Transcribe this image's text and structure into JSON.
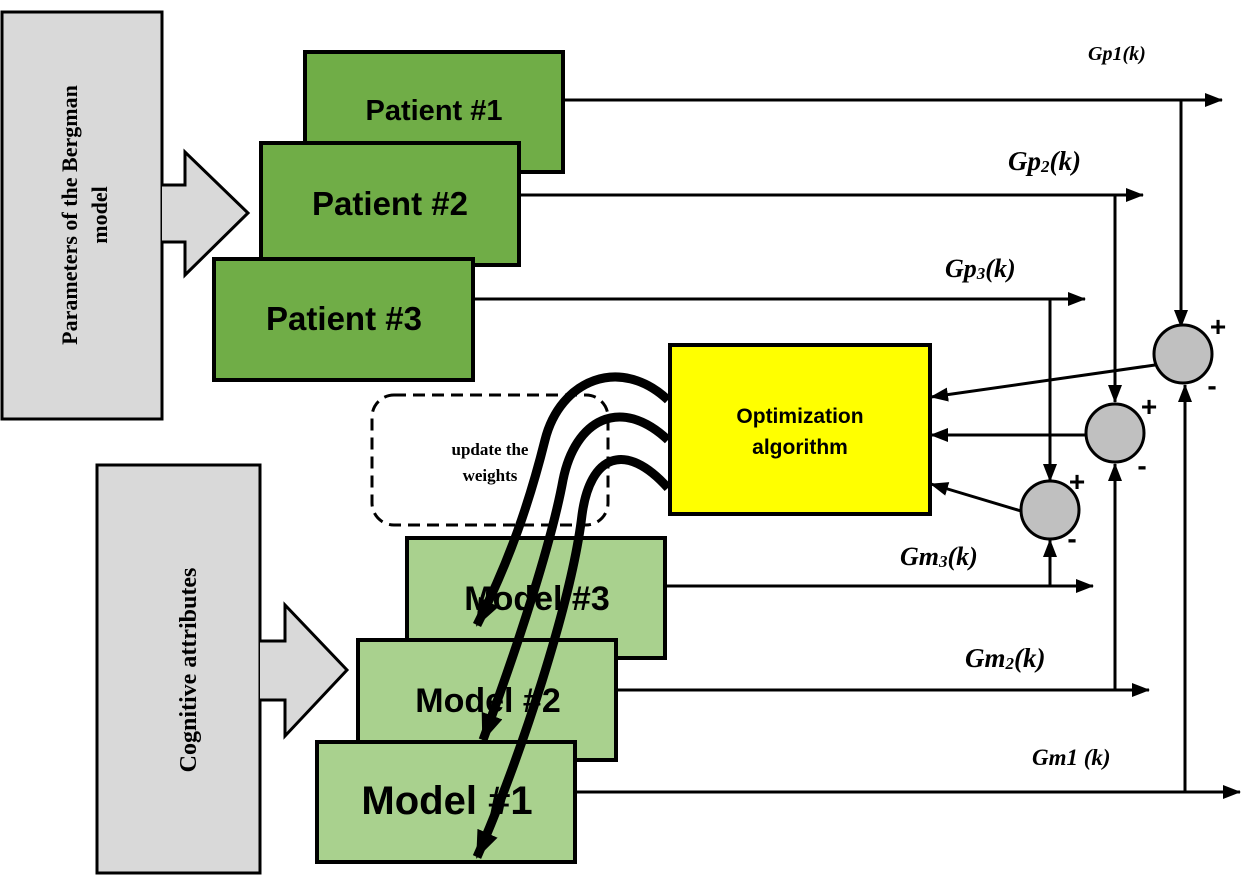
{
  "inputs": {
    "bergman": "Parameters of the Bergman model",
    "bergman_line1": "Parameters of the Bergman",
    "bergman_line2": "model",
    "cognitive": "Cognitive attributes"
  },
  "patients": [
    "Patient #1",
    "Patient #2",
    "Patient #3"
  ],
  "models": [
    "Model #1",
    "Model #2",
    "Model #3"
  ],
  "optimizer": {
    "line1": "Optimization",
    "line2": "algorithm"
  },
  "update_note": {
    "line1": "update the",
    "line2": "weights"
  },
  "signals": {
    "gp1": {
      "base": "Gp1(k)",
      "sub": ""
    },
    "gp2": {
      "base": "Gp",
      "sub": "2",
      "suffix": "(k)"
    },
    "gp3": {
      "base": "Gp",
      "sub": "3",
      "suffix": "(k)"
    },
    "gm3": {
      "base": "Gm",
      "sub": "3",
      "suffix": "(k)"
    },
    "gm2": {
      "base": "Gm",
      "sub": "2",
      "suffix": "(k)"
    },
    "gm1": {
      "base": "Gm1 (k)",
      "sub": ""
    }
  },
  "signs": {
    "plus": "+",
    "minus": "-"
  },
  "colors": {
    "patient_fill": "#70ad47",
    "model_fill": "#a9d18e",
    "optimizer_fill": "#ffff00",
    "input_fill": "#d9d9d9",
    "summer_fill": "#c0c0c0"
  }
}
